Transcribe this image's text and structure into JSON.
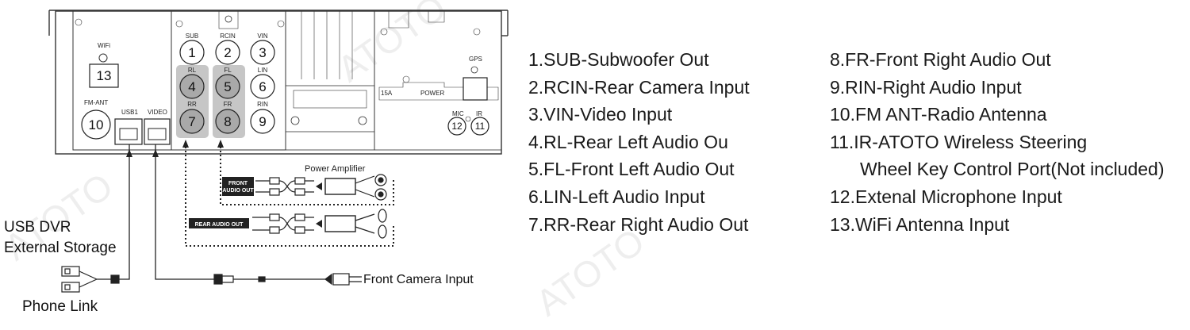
{
  "panel": {
    "wifi_label": "WiFi",
    "wifi_num": "13",
    "fmant_label": "FM-ANT",
    "fmant_num": "10",
    "usb_label": "USB1",
    "video_label": "VIDEO",
    "sub_label": "SUB",
    "sub_num": "1",
    "rcin_label": "RCIN",
    "rcin_num": "2",
    "vin_label": "VIN",
    "vin_num": "3",
    "rl_label": "RL",
    "rl_num": "4",
    "fl_label": "FL",
    "fl_num": "5",
    "lin_label": "LIN",
    "lin_num": "6",
    "rr_label": "RR",
    "rr_num": "7",
    "fr_label": "FR",
    "fr_num": "8",
    "rin_label": "RIN",
    "rin_num": "9",
    "fuse_label": "15A",
    "power_label": "POWER",
    "gps_label": "GPS",
    "mic_label": "MIC",
    "mic_num": "12",
    "ir_label": "IR",
    "ir_num": "11"
  },
  "wiring": {
    "power_amp": "Power Amplifier",
    "front_audio_line1": "FRONT",
    "front_audio_line2": "AUDIO OUT",
    "rear_audio": "REAR AUDIO OUT",
    "front_camera": "Front Camera Input",
    "usb_dvr_line1": "USB DVR",
    "usb_dvr_line2": "External Storage",
    "phone_link": "Phone Link"
  },
  "legend": {
    "left": [
      "1.SUB-Subwoofer Out",
      "2.RCIN-Rear Camera Input",
      "3.VIN-Video Input",
      "4.RL-Rear Left Audio Ou",
      "5.FL-Front Left Audio Out",
      "6.LIN-Left Audio Input",
      "7.RR-Rear Right Audio Out"
    ],
    "right": [
      "8.FR-Front Right Audio Out",
      "9.RIN-Right Audio Input",
      "10.FM ANT-Radio Antenna",
      "11.IR-ATOTO Wireless Steering",
      "Wheel Key Control Port(Not included)",
      "12.Extenal Microphone Input",
      "13.WiFi Antenna Input"
    ]
  },
  "watermark": "ATOTO"
}
